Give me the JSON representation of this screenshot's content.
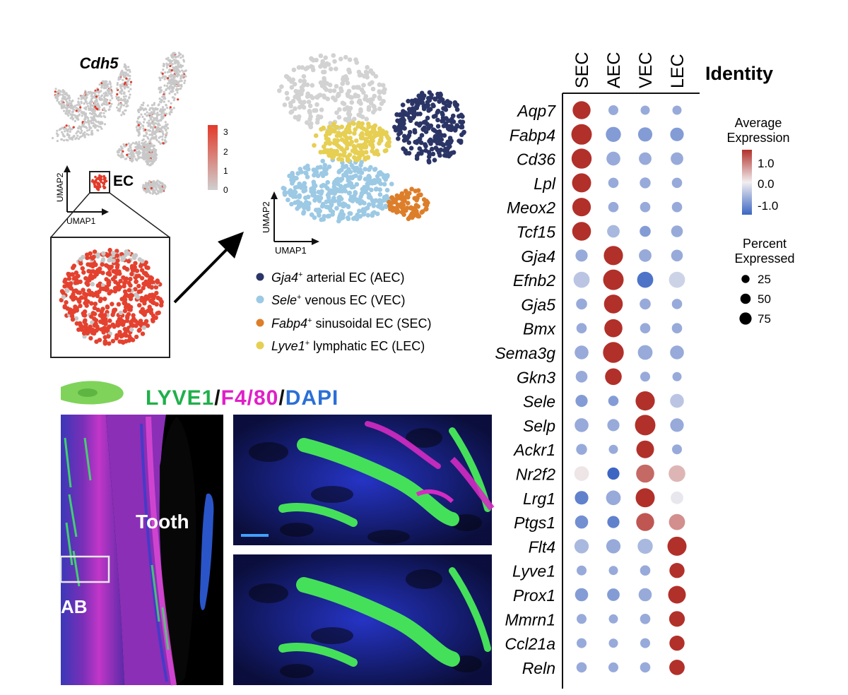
{
  "umap_panel": {
    "gene_title": "Cdh5",
    "ec_label": "EC",
    "axis_x": "UMAP1",
    "axis_y": "UMAP2",
    "colorbar_ticks": [
      "3",
      "2",
      "1",
      "0"
    ],
    "colors": {
      "high": "#e23a2a",
      "low": "#c8c8c8"
    }
  },
  "cluster_panel": {
    "axis_x": "UMAP1",
    "axis_y": "UMAP2",
    "legend": [
      {
        "gene": "Gja4",
        "desc": " arterial EC (AEC)",
        "color": "#2b3566"
      },
      {
        "gene": "Sele",
        "desc": " venous EC (VEC)",
        "color": "#9cc9e4"
      },
      {
        "gene": "Fabp4",
        "desc": " sinusoidal EC (SEC)",
        "color": "#dd7e2a"
      },
      {
        "gene": "Lyve1",
        "desc": " lymphatic EC (LEC)",
        "color": "#e6cf52"
      }
    ],
    "plus": "+"
  },
  "stain": {
    "parts": [
      {
        "text": "LYVE1",
        "color": "#1fb04a"
      },
      {
        "text": "/",
        "color": "#111111"
      },
      {
        "text": "F4/80",
        "color": "#e01fc8"
      },
      {
        "text": "/",
        "color": "#111111"
      },
      {
        "text": "DAPI",
        "color": "#2a6fd6"
      }
    ],
    "tooth_label": "Tooth",
    "ab_label": "AB"
  },
  "chart_data": {
    "type": "dotplot",
    "title": "Identity",
    "x": [
      "SEC",
      "AEC",
      "VEC",
      "LEC"
    ],
    "genes": [
      "Aqp7",
      "Fabp4",
      "Cd36",
      "Lpl",
      "Meox2",
      "Tcf15",
      "Gja4",
      "Efnb2",
      "Gja5",
      "Bmx",
      "Sema3g",
      "Gkn3",
      "Sele",
      "Selp",
      "Ackr1",
      "Nr2f2",
      "Lrg1",
      "Ptgs1",
      "Flt4",
      "Lyve1",
      "Prox1",
      "Mmrn1",
      "Ccl21a",
      "Reln"
    ],
    "avg_expression": [
      [
        1.0,
        -0.5,
        -0.5,
        -0.5
      ],
      [
        1.0,
        -0.6,
        -0.6,
        -0.6
      ],
      [
        1.0,
        -0.5,
        -0.5,
        -0.5
      ],
      [
        1.0,
        -0.5,
        -0.5,
        -0.5
      ],
      [
        1.0,
        -0.5,
        -0.5,
        -0.5
      ],
      [
        1.0,
        -0.4,
        -0.6,
        -0.5
      ],
      [
        -0.5,
        1.0,
        -0.5,
        -0.5
      ],
      [
        -0.3,
        1.0,
        -0.9,
        -0.2
      ],
      [
        -0.5,
        1.0,
        -0.5,
        -0.5
      ],
      [
        -0.5,
        1.0,
        -0.5,
        -0.5
      ],
      [
        -0.5,
        1.0,
        -0.5,
        -0.5
      ],
      [
        -0.5,
        1.0,
        -0.5,
        -0.5
      ],
      [
        -0.6,
        -0.6,
        1.0,
        -0.3
      ],
      [
        -0.5,
        -0.5,
        1.0,
        -0.5
      ],
      [
        -0.5,
        -0.5,
        1.0,
        -0.5
      ],
      [
        0.05,
        -1.0,
        0.7,
        0.3
      ],
      [
        -0.8,
        -0.5,
        1.0,
        -0.05
      ],
      [
        -0.7,
        -0.8,
        0.8,
        0.5
      ],
      [
        -0.4,
        -0.5,
        -0.4,
        1.0
      ],
      [
        -0.5,
        -0.5,
        -0.5,
        1.0
      ],
      [
        -0.6,
        -0.6,
        -0.5,
        1.0
      ],
      [
        -0.5,
        -0.5,
        -0.5,
        1.0
      ],
      [
        -0.5,
        -0.5,
        -0.5,
        1.0
      ],
      [
        -0.5,
        -0.5,
        -0.5,
        1.0
      ]
    ],
    "pct_expressed": [
      [
        60,
        10,
        8,
        8
      ],
      [
        85,
        38,
        32,
        28
      ],
      [
        80,
        30,
        22,
        22
      ],
      [
        70,
        12,
        14,
        12
      ],
      [
        65,
        12,
        12,
        12
      ],
      [
        68,
        22,
        15,
        18
      ],
      [
        20,
        72,
        22,
        18
      ],
      [
        45,
        85,
        45,
        45
      ],
      [
        15,
        68,
        15,
        12
      ],
      [
        12,
        62,
        12,
        12
      ],
      [
        30,
        88,
        35,
        30
      ],
      [
        18,
        50,
        10,
        8
      ],
      [
        20,
        12,
        72,
        30
      ],
      [
        30,
        20,
        85,
        28
      ],
      [
        14,
        8,
        58,
        10
      ],
      [
        35,
        20,
        62,
        50
      ],
      [
        28,
        35,
        70,
        22
      ],
      [
        25,
        20,
        60,
        45
      ],
      [
        32,
        32,
        38,
        70
      ],
      [
        10,
        8,
        12,
        38
      ],
      [
        25,
        22,
        25,
        58
      ],
      [
        10,
        8,
        12,
        42
      ],
      [
        10,
        8,
        10,
        38
      ],
      [
        12,
        10,
        12,
        40
      ]
    ],
    "legend": {
      "color_title": "Average\nExpression",
      "color_ticks": [
        "1.0",
        "0.0",
        "-1.0"
      ],
      "size_title": "Percent\nExpressed",
      "size_ticks": [
        25,
        50,
        75
      ]
    },
    "colors": {
      "high": "#b2302a",
      "mid": "#f1eef0",
      "low": "#3c66c3"
    }
  }
}
